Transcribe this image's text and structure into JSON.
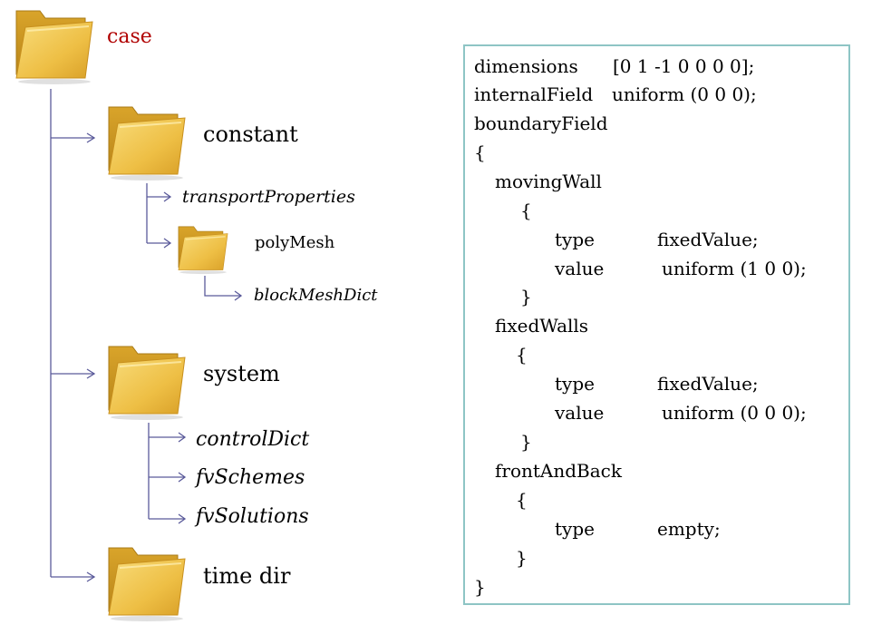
{
  "colors": {
    "case_label": "#b00000",
    "tree_lines": "#5a5a9a",
    "code_border": "#8ec5c5",
    "folder_body": "#e9b83a"
  },
  "tree": {
    "case": "case",
    "constant": "constant",
    "transportProperties": "transportProperties",
    "polyMesh": "polyMesh",
    "blockMeshDict": "blockMeshDict",
    "system": "system",
    "controlDict": "controlDict",
    "fvSchemes": "fvSchemes",
    "fvSolutions": "fvSolutions",
    "time_dir": "time dir"
  },
  "icons": [
    "folder-icon"
  ],
  "code": {
    "l01a": "dimensions",
    "l01b": "[0 1 -1 0 0 0 0];",
    "l02a": "internalField",
    "l02b": "uniform (0 0 0);",
    "l03": "boundaryField",
    "l04": "{",
    "l05": "movingWall",
    "l06": "{",
    "l07a": "type",
    "l07b": "fixedValue;",
    "l08a": "value",
    "l08b": "uniform (1 0 0);",
    "l09": "}",
    "l10": "fixedWalls",
    "l11": "{",
    "l12a": "type",
    "l12b": "fixedValue;",
    "l13a": "value",
    "l13b": "uniform (0 0 0);",
    "l14": "}",
    "l15": "frontAndBack",
    "l16": "{",
    "l17a": "type",
    "l17b": "empty;",
    "l18": "}",
    "l19": "}"
  }
}
